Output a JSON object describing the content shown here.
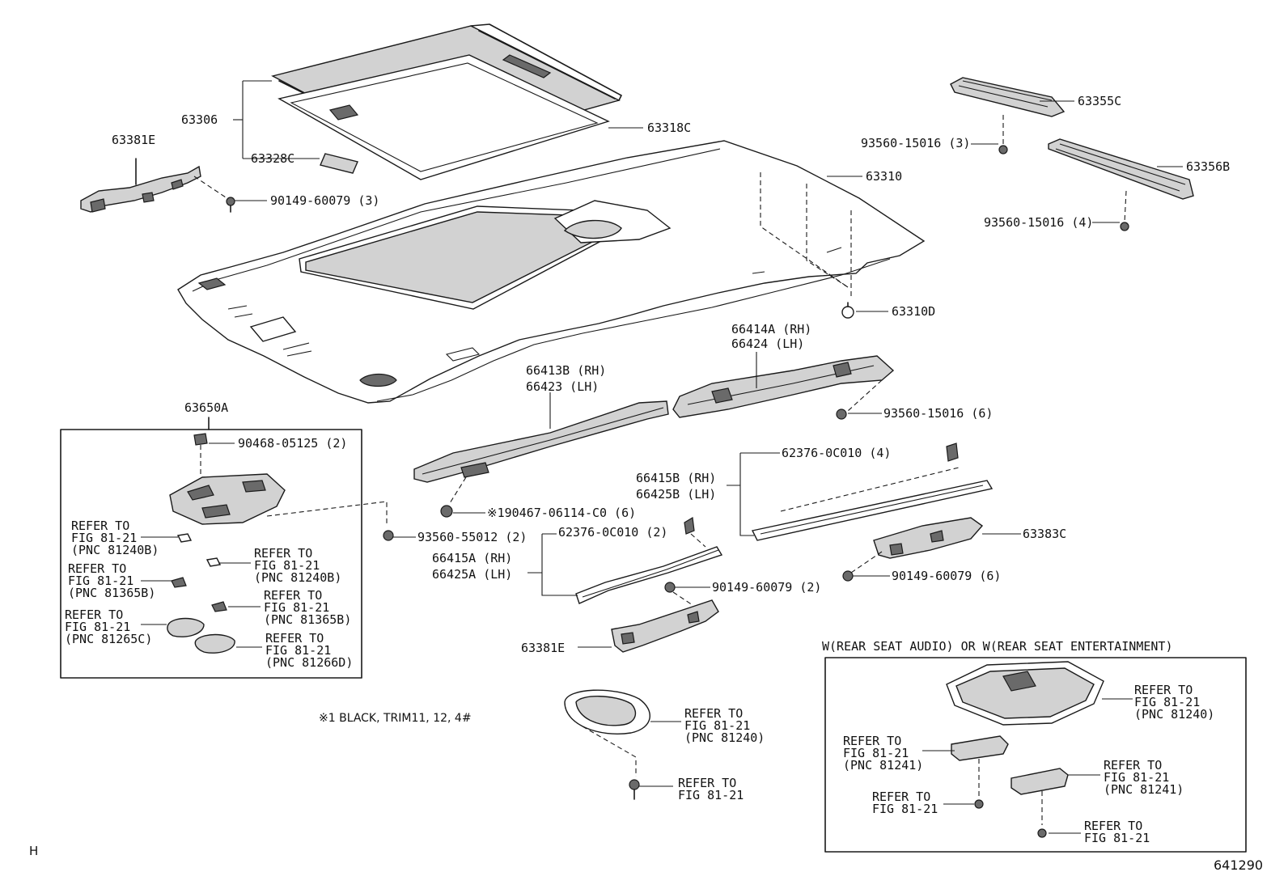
{
  "parts": {
    "p63306": "63306",
    "p63328C": "63328C",
    "p63318C": "63318C",
    "p63381E_top": "63381E",
    "p90149_60079_3": "90149-60079 (3)",
    "p63310": "63310",
    "p63355C": "63355C",
    "p93560_15016_3": "93560-15016 (3)",
    "p63356B": "63356B",
    "p93560_15016_4": "93560-15016 (4)",
    "p63310D": "63310D",
    "p66414A": "66414A (RH)",
    "p66424": "66424  (LH)",
    "p66413B": "66413B (RH)",
    "p66423": "66423  (LH)",
    "p93560_15016_6": "93560-15016 (6)",
    "p62376_0C010_4": "62376-0C010 (4)",
    "p66415B": "66415B (RH)",
    "p66425B": "66425B (LH)",
    "p63383C": "63383C",
    "p90149_60079_6": "90149-60079 (6)",
    "p63650A": "63650A",
    "p90468_05125_2": "90468-05125 (2)",
    "p90467_06114": "※190467-06114-C0 (6)",
    "p93560_55012_2": "93560-55012 (2)",
    "p62376_0C010_2": "62376-0C010 (2)",
    "p66415A": "66415A (RH)",
    "p66425A": "66425A (LH)",
    "p90149_60079_2": "90149-60079 (2)",
    "p63381E_bottom": "63381E"
  },
  "refs": {
    "r1": "REFER TO\nFIG 81-21\n(PNC 81240B)",
    "r2": "REFER TO\nFIG 81-21\n(PNC 81240B)",
    "r3": "REFER TO\nFIG 81-21\n(PNC 81365B)",
    "r4": "REFER TO\nFIG 81-21\n(PNC 81365B)",
    "r5": "REFER TO\nFIG 81-21\n(PNC 81265C)",
    "r6": "REFER TO\nFIG 81-21\n(PNC 81266D)",
    "r7": "REFER TO\nFIG 81-21\n(PNC 81240)",
    "r8": "REFER TO\nFIG 81-21",
    "r9": "REFER TO\nFIG 81-21\n(PNC 81240)",
    "r10": "REFER TO\nFIG 81-21\n(PNC 81241)",
    "r11": "REFER TO\nFIG 81-21\n(PNC 81241)",
    "r12": "REFER TO\nFIG 81-21",
    "r13": "REFER TO\nFIG 81-21"
  },
  "notes": {
    "footnote": "※1   BLACK, TRIM11, 12, 4#",
    "option_title": "W(REAR SEAT AUDIO)  OR W(REAR SEAT ENTERTAINMENT)",
    "corner_letter": "H",
    "figure_number": "641290"
  }
}
